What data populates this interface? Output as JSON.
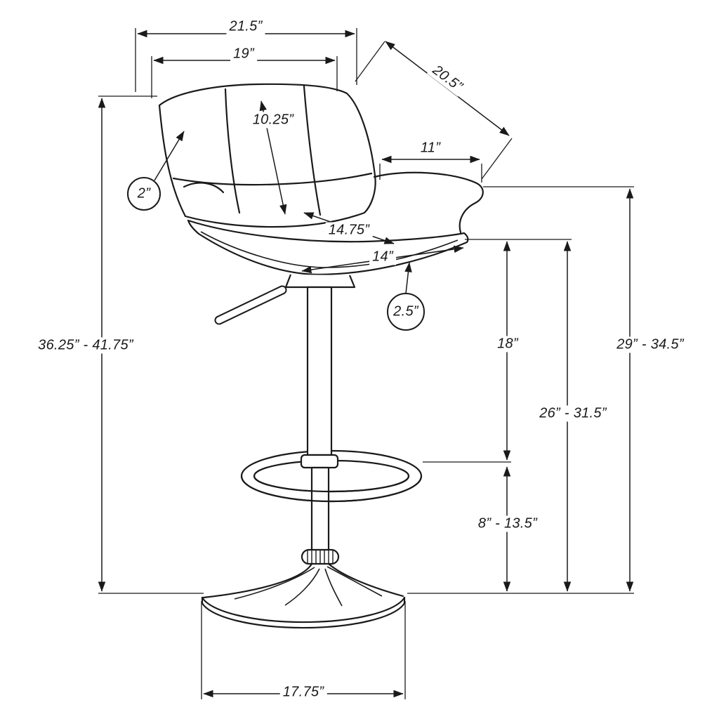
{
  "figure": {
    "line_color": "#1a1a1a",
    "background": "#ffffff"
  },
  "dims": {
    "overall_width": "21.5”",
    "back_width": "19”",
    "overall_depth": "20.5”",
    "back_height": "10.25”",
    "armrest_length": "11”",
    "back_thickness": "2”",
    "seat_depth": "14.75”",
    "seat_width": "14”",
    "seat_thickness": "2.5”",
    "overall_height_range": "36.25” - 41.75”",
    "seat_to_footrest": "18”",
    "floor_to_seat_range": "26” - 31.5”",
    "floor_to_armrest_range": "29” - 34.5”",
    "floor_to_footrest_range": "8” - 13.5”",
    "base_diameter": "17.75”"
  }
}
